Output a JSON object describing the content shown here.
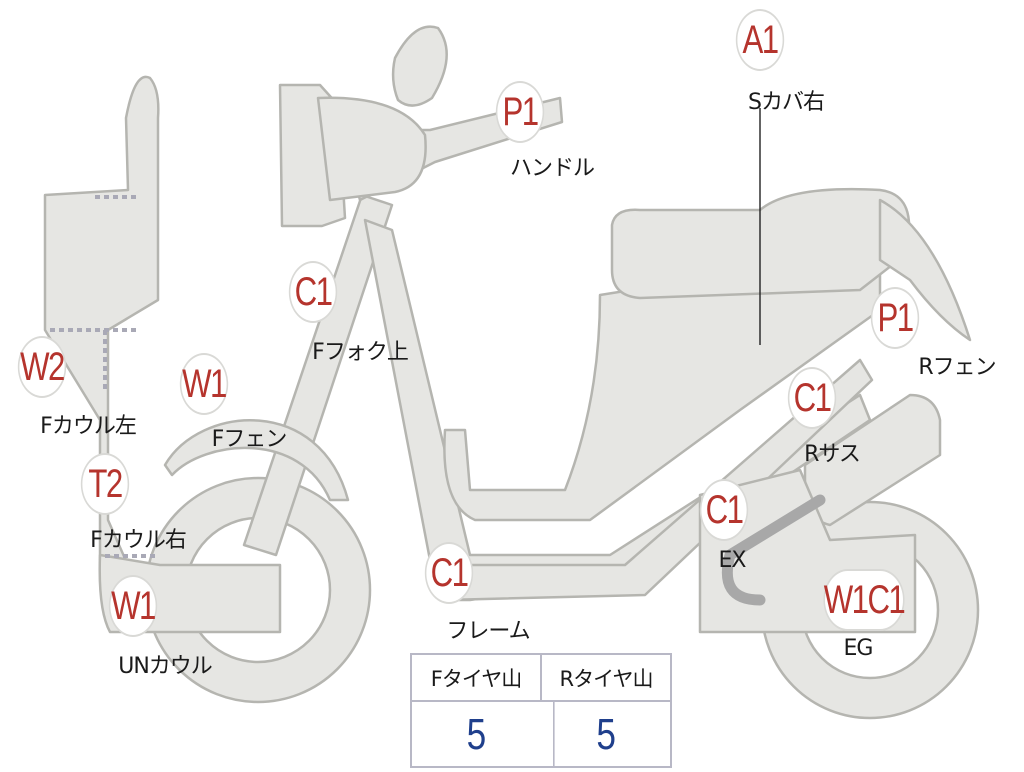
{
  "markers": {
    "a1": {
      "code": "A1",
      "label": "Sカバ右"
    },
    "p1_handle": {
      "code": "P1",
      "label": "ハンドル"
    },
    "c1_fork": {
      "code": "C1",
      "label": "Fフォク上"
    },
    "w2_fcowl_left": {
      "code": "W2",
      "label": "Fカウル左"
    },
    "w1_ffender": {
      "code": "W1",
      "label": "Fフェン"
    },
    "t2_fcowl_right": {
      "code": "T2",
      "label": "Fカウル右"
    },
    "w1_undercowl": {
      "code": "W1",
      "label": "UNカウル"
    },
    "c1_frame": {
      "code": "C1",
      "label": "フレーム"
    },
    "p1_rfender": {
      "code": "P1",
      "label": "Rフェン"
    },
    "c1_rsus": {
      "code": "C1",
      "label": "Rサス"
    },
    "c1_ex": {
      "code": "C1",
      "label": "EX"
    },
    "w1c1_eg": {
      "code": "W1C1",
      "label": "EG"
    }
  },
  "tire_table": {
    "headers": [
      "Fタイヤ山",
      "Rタイヤ山"
    ],
    "values": [
      "5",
      "5"
    ]
  },
  "colors": {
    "part_fill": "#e6e6e3",
    "part_stroke": "#b5b5b0",
    "marker_text": "#b5342d",
    "value_text": "#1f3f8c"
  }
}
